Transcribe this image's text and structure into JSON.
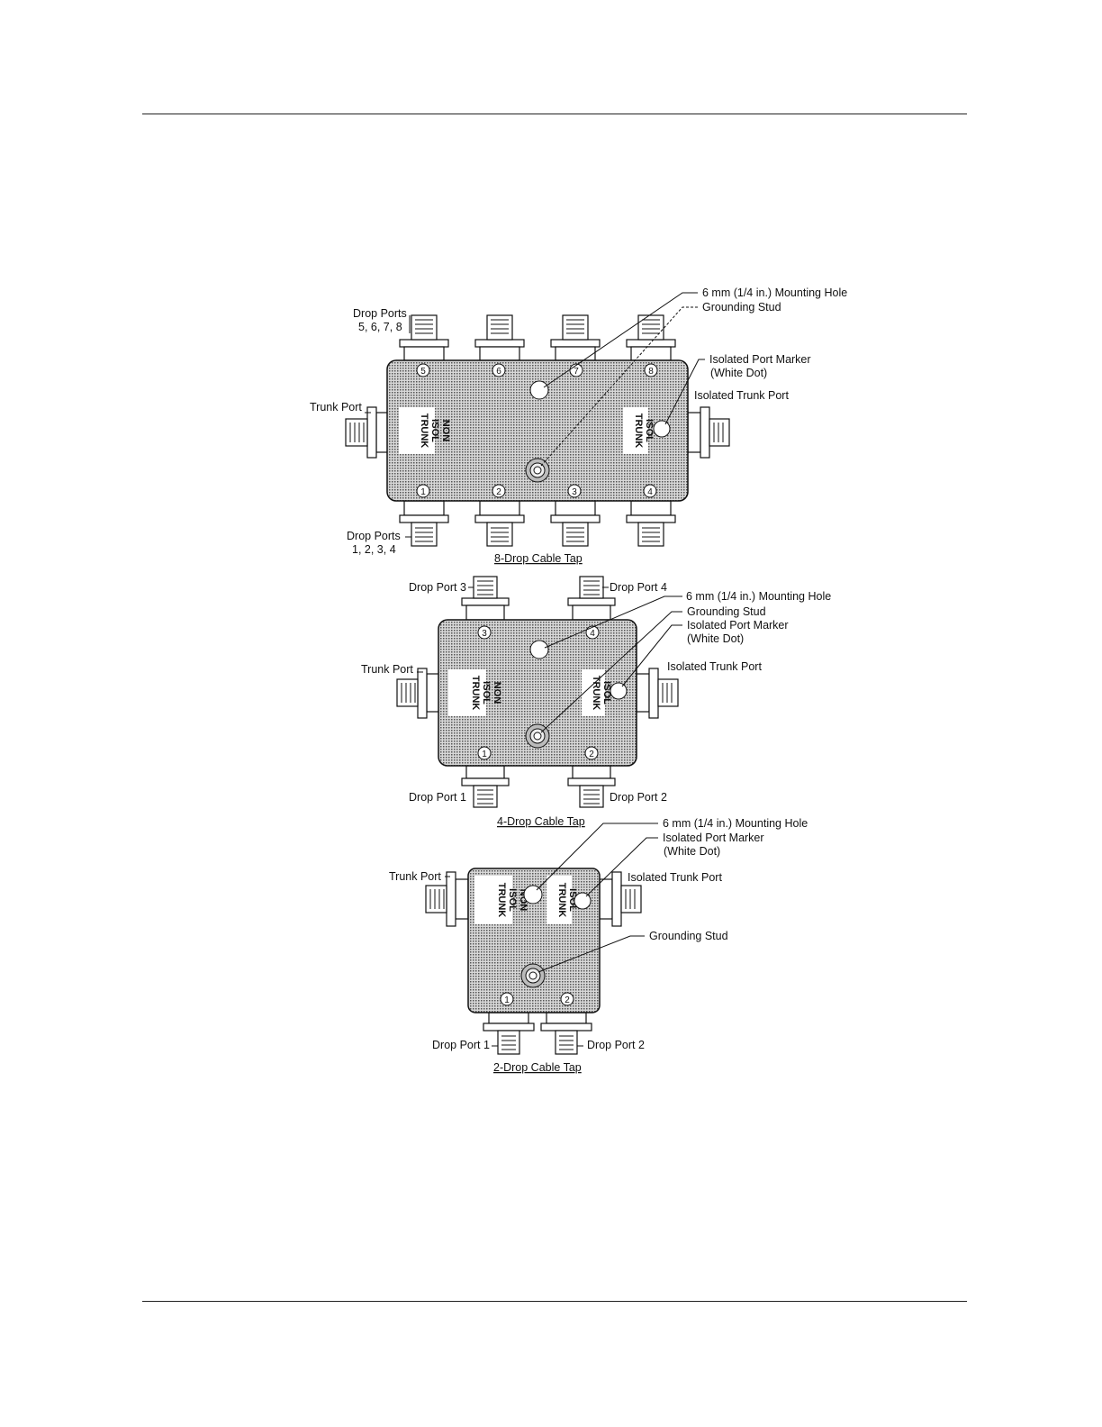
{
  "tap8": {
    "drop_ports_top": "Drop Ports",
    "drop_ports_top_nums": "5, 6, 7, 8",
    "mounting_hole": "6 mm  (1/4 in.) Mounting Hole",
    "grounding_stud": "Grounding Stud",
    "isolated_marker": "Isolated Port Marker",
    "white_dot": "(White Dot)",
    "isolated_trunk": "Isolated Trunk Port",
    "trunk_port": "Trunk Port",
    "drop_ports_bottom": "Drop Ports",
    "drop_ports_bottom_nums": "1, 2, 3, 4",
    "caption": "8-Drop Cable Tap",
    "non_isol": [
      "NON",
      "ISOL",
      "TRUNK"
    ],
    "isol": [
      "ISOL",
      "TRUNK"
    ],
    "port_nums": [
      "5",
      "6",
      "7",
      "8",
      "1",
      "2",
      "3",
      "4"
    ]
  },
  "tap4": {
    "drop_port_3": "Drop Port 3",
    "drop_port_4": "Drop Port 4",
    "mounting_hole": "6 mm (1/4 in.) Mounting Hole",
    "grounding_stud": "Grounding Stud",
    "isolated_marker": "Isolated Port Marker",
    "white_dot": "(White Dot)",
    "isolated_trunk": "Isolated Trunk Port",
    "trunk_port": "Trunk Port",
    "drop_port_1": "Drop Port 1",
    "drop_port_2": "Drop Port 2",
    "caption": "4-Drop Cable Tap",
    "non_isol": [
      "NON",
      "ISOL",
      "TRUNK"
    ],
    "isol": [
      "ISOL",
      "TRUNK"
    ],
    "port_nums": [
      "3",
      "4",
      "1",
      "2"
    ]
  },
  "tap2": {
    "mounting_hole": "6 mm (1/4 in.) Mounting Hole",
    "isolated_marker": "Isolated Port Marker",
    "white_dot": "(White Dot)",
    "trunk_port": "Trunk Port",
    "isolated_trunk": "Isolated Trunk Port",
    "grounding_stud": "Grounding Stud",
    "drop_port_1": "Drop Port 1",
    "drop_port_2": "Drop Port 2",
    "caption": "2-Drop Cable Tap",
    "non_isol": [
      "NON",
      "ISOL",
      "TRUNK"
    ],
    "isol": [
      "ISOL",
      "TRUNK"
    ],
    "port_nums": [
      "1",
      "2"
    ]
  }
}
